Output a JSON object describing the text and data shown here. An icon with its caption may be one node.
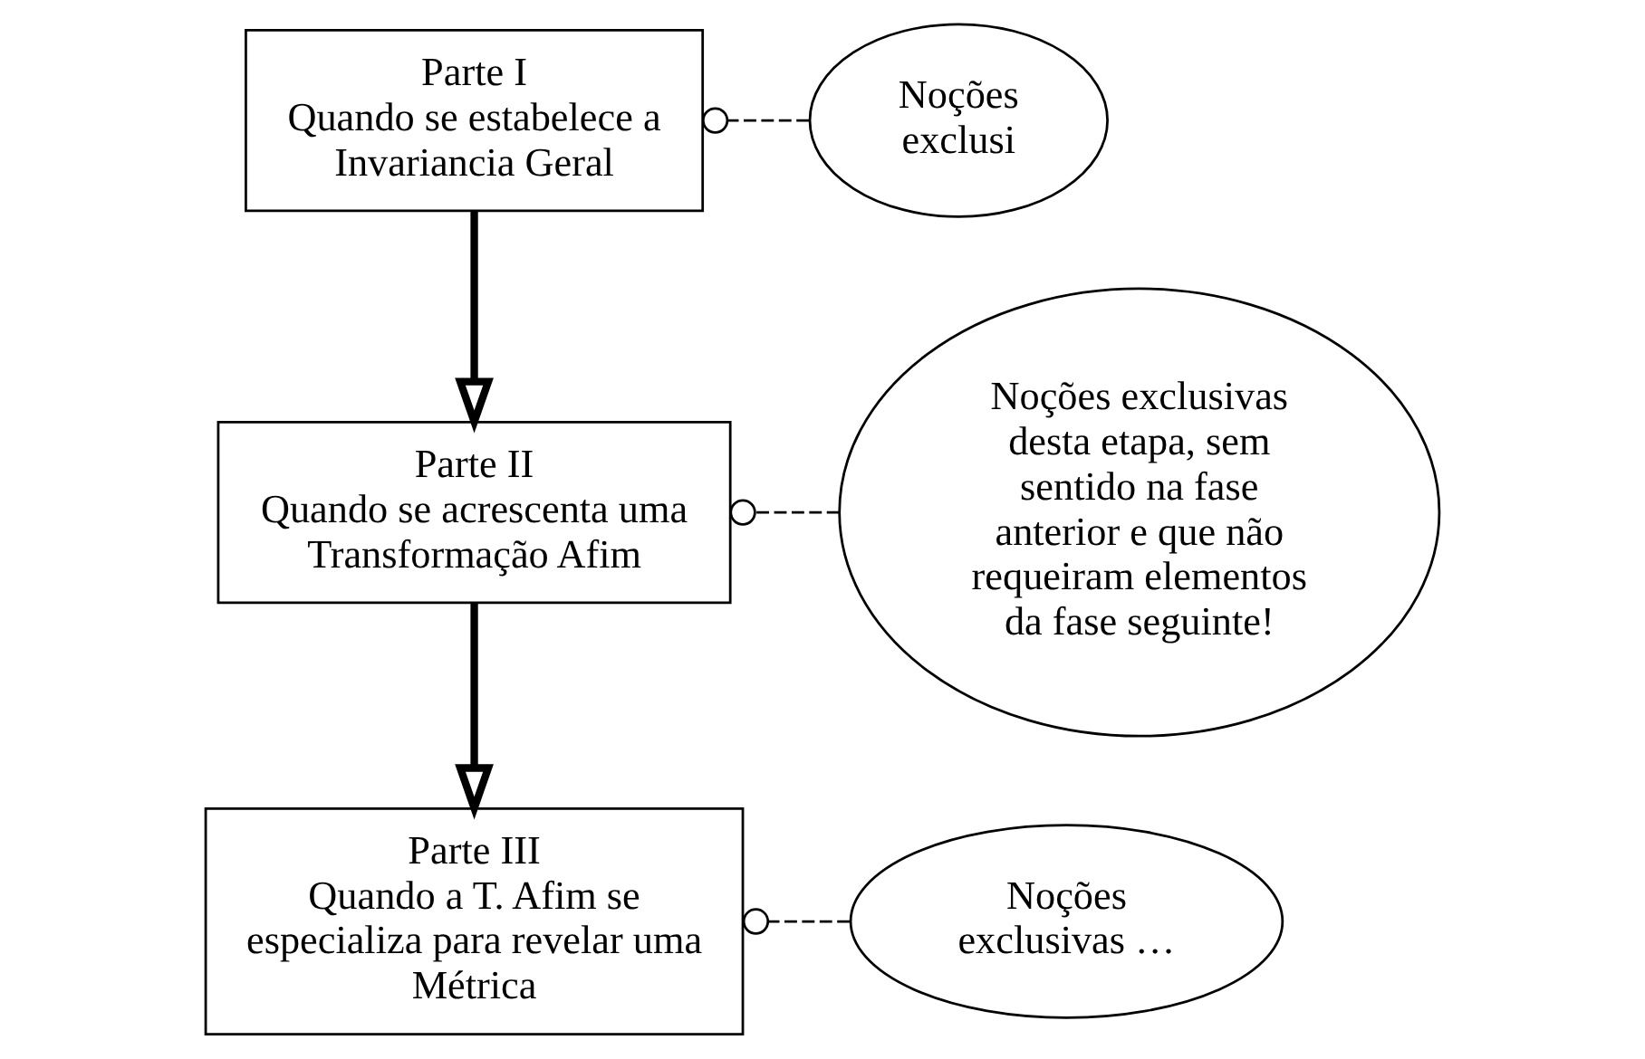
{
  "diagram": {
    "nodes": [
      {
        "text": [
          "Parte I",
          "Quando se estabelece a Invariancia Geral"
        ]
      },
      {
        "text": [
          "Parte II",
          "Quando se acrescenta uma Transformação Afim"
        ]
      },
      {
        "text": [
          "Parte III",
          "Quando a T. Afim se especializa para revelar uma Métrica"
        ]
      },
      {
        "text": [
          "Noções exclusi"
        ]
      },
      {
        "text": [
          "Noções exclusivas desta etapa, sem sentido na fase anterior e que não requeiram elementos da fase seguinte!"
        ]
      },
      {
        "text": [
          "Noções exclusivas …"
        ]
      }
    ],
    "edges": [
      {
        "from": 0,
        "to": 1,
        "arrow": "to",
        "style": "thick"
      },
      {
        "from": 1,
        "to": 2,
        "arrow": "to",
        "style": "thick"
      },
      {
        "from": 3,
        "to": 0,
        "arrow": "other",
        "style": "dashed"
      },
      {
        "from": 4,
        "to": 1,
        "arrow": "other",
        "style": "dashed"
      },
      {
        "from": 5,
        "to": 2,
        "arrow": "other",
        "style": "dashed"
      }
    ]
  }
}
